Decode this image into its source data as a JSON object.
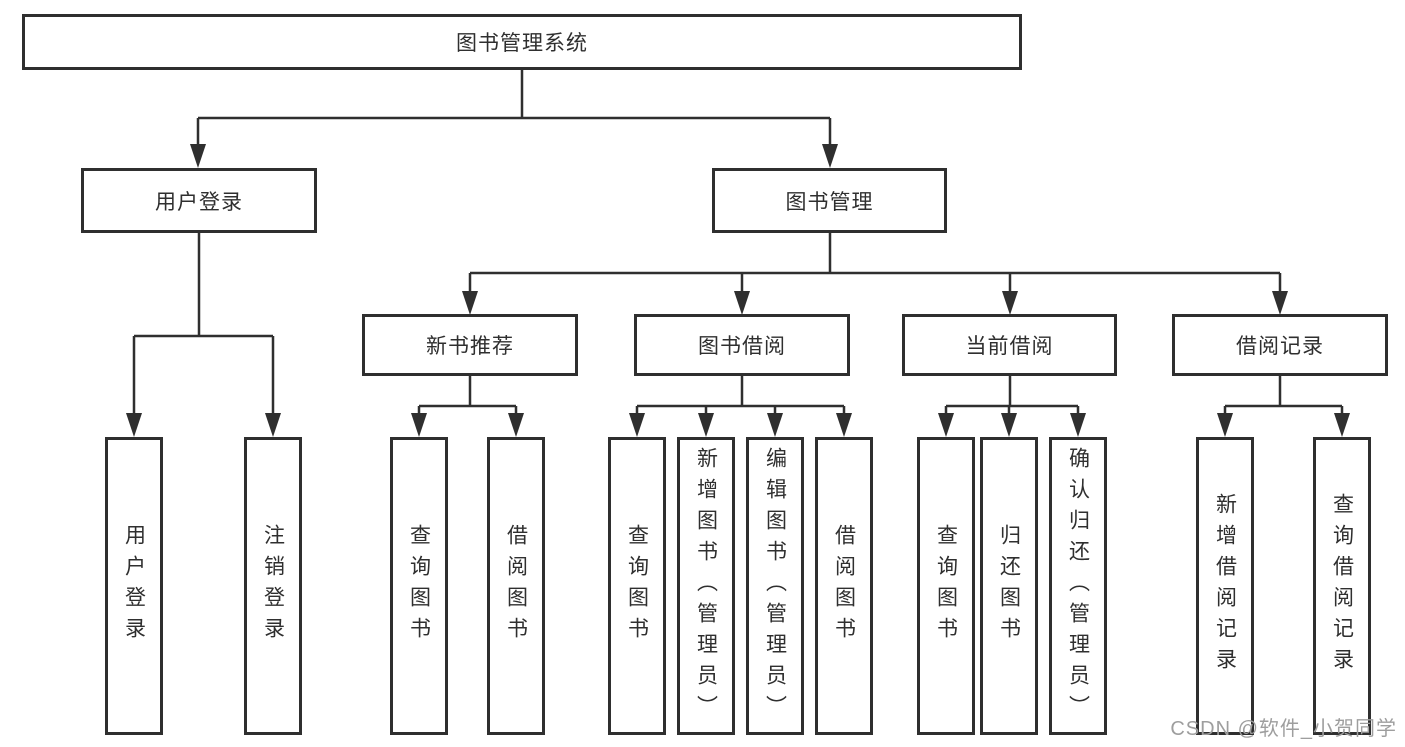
{
  "diagram_title": "图书管理系统",
  "branches": {
    "user": {
      "label": "用户登录",
      "children": [
        "用户登录",
        "注销登录"
      ]
    },
    "management": {
      "label": "图书管理",
      "sections": {
        "recommend": {
          "label": "新书推荐",
          "children": [
            "查询图书",
            "借阅图书"
          ]
        },
        "borrow": {
          "label": "图书借阅",
          "children": [
            "查询图书",
            "新增图书（管理员）",
            "编辑图书（管理员）",
            "借阅图书"
          ]
        },
        "current": {
          "label": "当前借阅",
          "children": [
            "查询图书",
            "归还图书",
            "确认归还（管理员）"
          ]
        },
        "records": {
          "label": "借阅记录",
          "children": [
            "新增借阅记录",
            "查询借阅记录"
          ]
        }
      }
    }
  },
  "watermark": {
    "text": "CSDN @软件_小贺同学"
  },
  "colors": {
    "line": "#2f2f2f",
    "box_border": "#2f2f2f",
    "text": "#2f2f2f",
    "background": "#ffffff",
    "watermark": "#9e9e9e"
  }
}
